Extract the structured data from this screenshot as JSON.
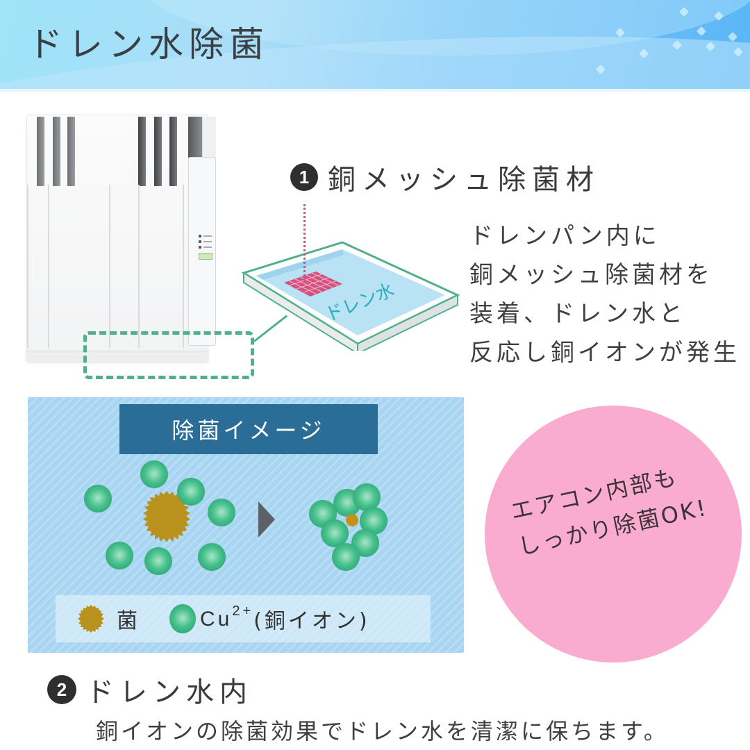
{
  "header": {
    "title": "ドレン水除菌"
  },
  "section1": {
    "number": "1",
    "heading": "銅メッシュ除菌材",
    "description": "ドレンパン内に\n銅メッシュ除菌材を\n装着、ドレン水と\n反応し銅イオンが発生",
    "pan_label": "ドレン水"
  },
  "illustration": {
    "title": "除菌イメージ",
    "legend": {
      "germ_label": "菌",
      "ion_formula": "Cu",
      "ion_charge": "2+",
      "ion_label": "(銅イオン)"
    }
  },
  "callout": {
    "text": "エアコン内部も\nしっかり除菌OK!"
  },
  "section2": {
    "number": "2",
    "heading": "ドレン水内",
    "description": "銅イオンの除菌効果でドレン水を清潔に保ちます。"
  },
  "colors": {
    "banner_blue": "#5ab6f7",
    "accent_green": "#4fb18a",
    "title_box_blue": "#2a6e98",
    "panel_blue": "#a8d6f2",
    "ion_green": "#46c08c",
    "germ_gold": "#b8921c",
    "callout_pink": "#f9acd0",
    "mesh_pink": "#d4527f"
  }
}
